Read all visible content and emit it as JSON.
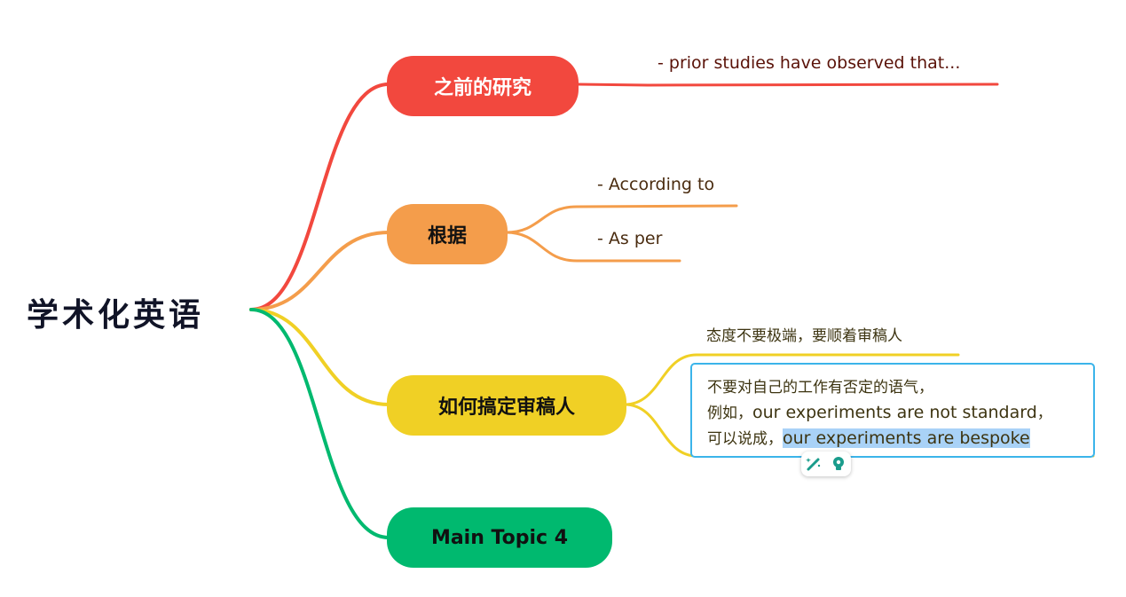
{
  "root": {
    "label": "学术化英语"
  },
  "branches": [
    {
      "topic": "之前的研究",
      "color": "#f2483e",
      "subtopics": [
        "- prior studies have observed that..."
      ]
    },
    {
      "topic": "根据",
      "color": "#f49d4b",
      "subtopics": [
        "- According to",
        "- As per"
      ]
    },
    {
      "topic": "如何搞定审稿人",
      "color": "#f0d025",
      "subtopics": [
        "态度不要极端，要顺着审稿人"
      ],
      "note": {
        "line1": "不要对自己的工作有否定的语气，",
        "line2_prefix": "例如，",
        "line2_en": "our experiments are not standard",
        "line2_suffix": "，",
        "line3_prefix": "可以说成，",
        "line3_selected": "our experiments are bespoke"
      }
    },
    {
      "topic": "Main Topic 4",
      "color": "#00b96f",
      "subtopics": []
    }
  ],
  "toolbar": {
    "icons": [
      "ai-magic-wand-icon",
      "lightbulb-icon"
    ]
  },
  "selection_color": "#a9d2f7",
  "edit_border_color": "#3bb4ea"
}
